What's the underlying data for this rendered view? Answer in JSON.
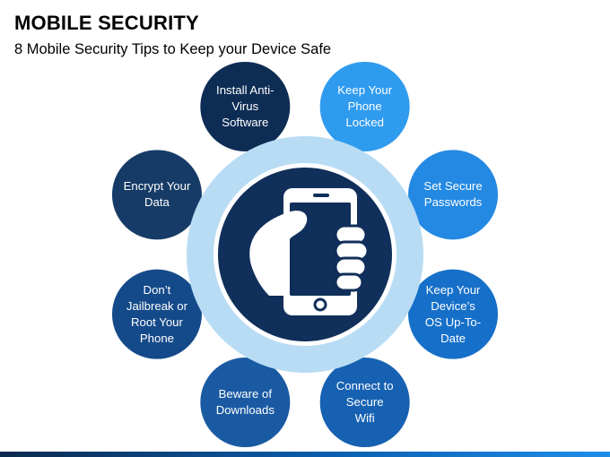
{
  "header": {
    "title": "MOBILE SECURITY",
    "subtitle": "8 Mobile Security Tips to Keep your Device Safe"
  },
  "colors": {
    "navy": "#163b66",
    "dark_navy": "#0e2d55",
    "light_blue": "#2f9bef",
    "blue": "#1f7fd6",
    "mid_blue": "#1661b2",
    "deep_blue": "#12498c",
    "ring": "#b9dcf5",
    "center": "#102f5a"
  },
  "tips": [
    {
      "label": "Install Anti-\nVirus\nSoftware",
      "color": "#0e2d55"
    },
    {
      "label": "Keep Your\nPhone\nLocked",
      "color": "#2f9bef"
    },
    {
      "label": "Set Secure\nPasswords",
      "color": "#2489e3"
    },
    {
      "label": "Keep Your\nDevice’s\nOS Up-To-\nDate",
      "color": "#1670c9"
    },
    {
      "label": "Connect to\nSecure\nWifi",
      "color": "#1661b2"
    },
    {
      "label": "Beware of\nDownloads",
      "color": "#1a5aa3"
    },
    {
      "label": "Don’t\nJailbreak or\nRoot Your\nPhone",
      "color": "#154a8a"
    },
    {
      "label": "Encrypt Your\nData",
      "color": "#163b66"
    }
  ],
  "center_icon": "hand-holding-phone-icon"
}
